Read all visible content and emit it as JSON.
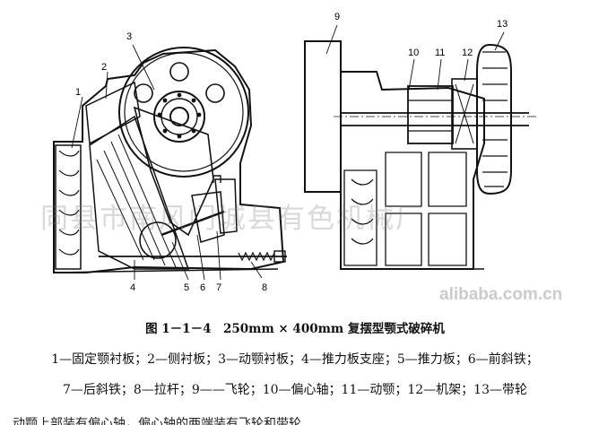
{
  "figure": {
    "watermark": "同县市南风门城县有色机械厂",
    "site_watermark": "alibaba.com.cn",
    "callouts": [
      "1",
      "2",
      "3",
      "4",
      "5",
      "6",
      "7",
      "8",
      "9",
      "10",
      "11",
      "12",
      "13"
    ],
    "caption": "图 1－1－4　250mm × 400mm 复摆型颚式破碎机",
    "legend_line1": "1—固定颚衬板；2—侧衬板；3—动颚衬板；4—推力板支座；5—推力板；6—前斜铁；",
    "legend_line2": "7—后斜铁；8—拉杆；9——飞轮；10—偏心轴；11—动颚；12—机架；13—带轮",
    "partial_line": "…动颚上部装有偏心轴，偏心轴的两端装有飞轮和带轮……"
  }
}
